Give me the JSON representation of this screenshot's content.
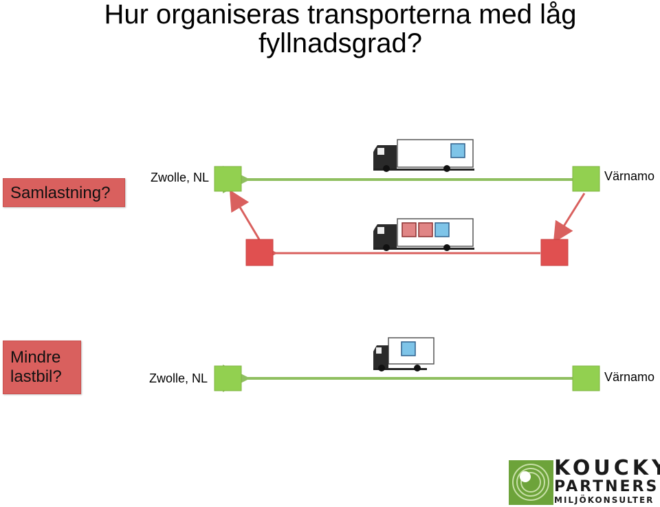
{
  "title": {
    "line1": "Hur organiseras transporterna med låg",
    "line2": "fyllnadsgrad?"
  },
  "sections": {
    "samlastning": {
      "label": "Samlastning?"
    },
    "mindre": {
      "label_line1": "Mindre",
      "label_line2": "lastbil?"
    }
  },
  "cities": {
    "origin_top": "Zwolle, NL",
    "dest_top": "Värnamo",
    "origin_bottom": "Zwolle, NL",
    "dest_bottom": "Värnamo"
  },
  "logo": {
    "line1": "KOUCKY",
    "line2": "PARTNERS",
    "line3": "MILJÖKONSULTER"
  },
  "colors": {
    "green_node": "#92d050",
    "red_node": "#e05050",
    "green_line": "#8fbf60",
    "red_line": "#d9605e",
    "cargo_blue": "#7ec4e8",
    "cargo_red": "#e08585",
    "logo_green": "#6da33a"
  }
}
